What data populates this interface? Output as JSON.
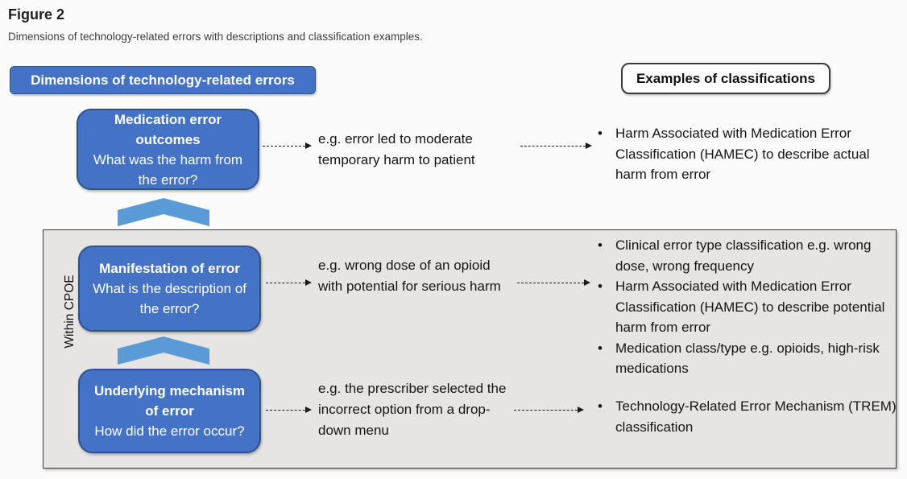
{
  "page": {
    "figure_label": "Figure 2",
    "caption": "Dimensions of technology-related errors with descriptions and classification examples."
  },
  "headers": {
    "left": "Dimensions of technology-related errors",
    "right": "Examples of classifications"
  },
  "group_label": "Within CPOE",
  "rows": [
    {
      "box_title": "Medication error outcomes",
      "box_question": "What was the harm from the error?",
      "example": "e.g. error led to moderate temporary harm to patient",
      "classifications": [
        "Harm Associated with Medication Error Classification (HAMEC) to describe actual harm from error"
      ]
    },
    {
      "box_title": "Manifestation of error",
      "box_question": "What is the description of the error?",
      "example": "e.g. wrong dose of an opioid with potential for serious harm",
      "classifications": [
        "Clinical error type classification e.g. wrong dose, wrong frequency",
        "Harm Associated with Medication Error Classification (HAMEC) to describe potential harm from error",
        "Medication class/type e.g. opioids, high-risk medications"
      ]
    },
    {
      "box_title": "Underlying mechanism of error",
      "box_question": "How did the error occur?",
      "example": "e.g. the prescriber selected the incorrect option from a drop-down menu",
      "classifications": [
        "Technology-Related Error Mechanism (TREM) classification"
      ]
    }
  ],
  "colors": {
    "box_fill": "#4472C4",
    "box_border": "#2F528F",
    "chevron_fill": "#5B9BD5",
    "panel_fill": "#E6E5E4",
    "panel_border": "#3C3C3C",
    "text": "#1A1A1A"
  }
}
